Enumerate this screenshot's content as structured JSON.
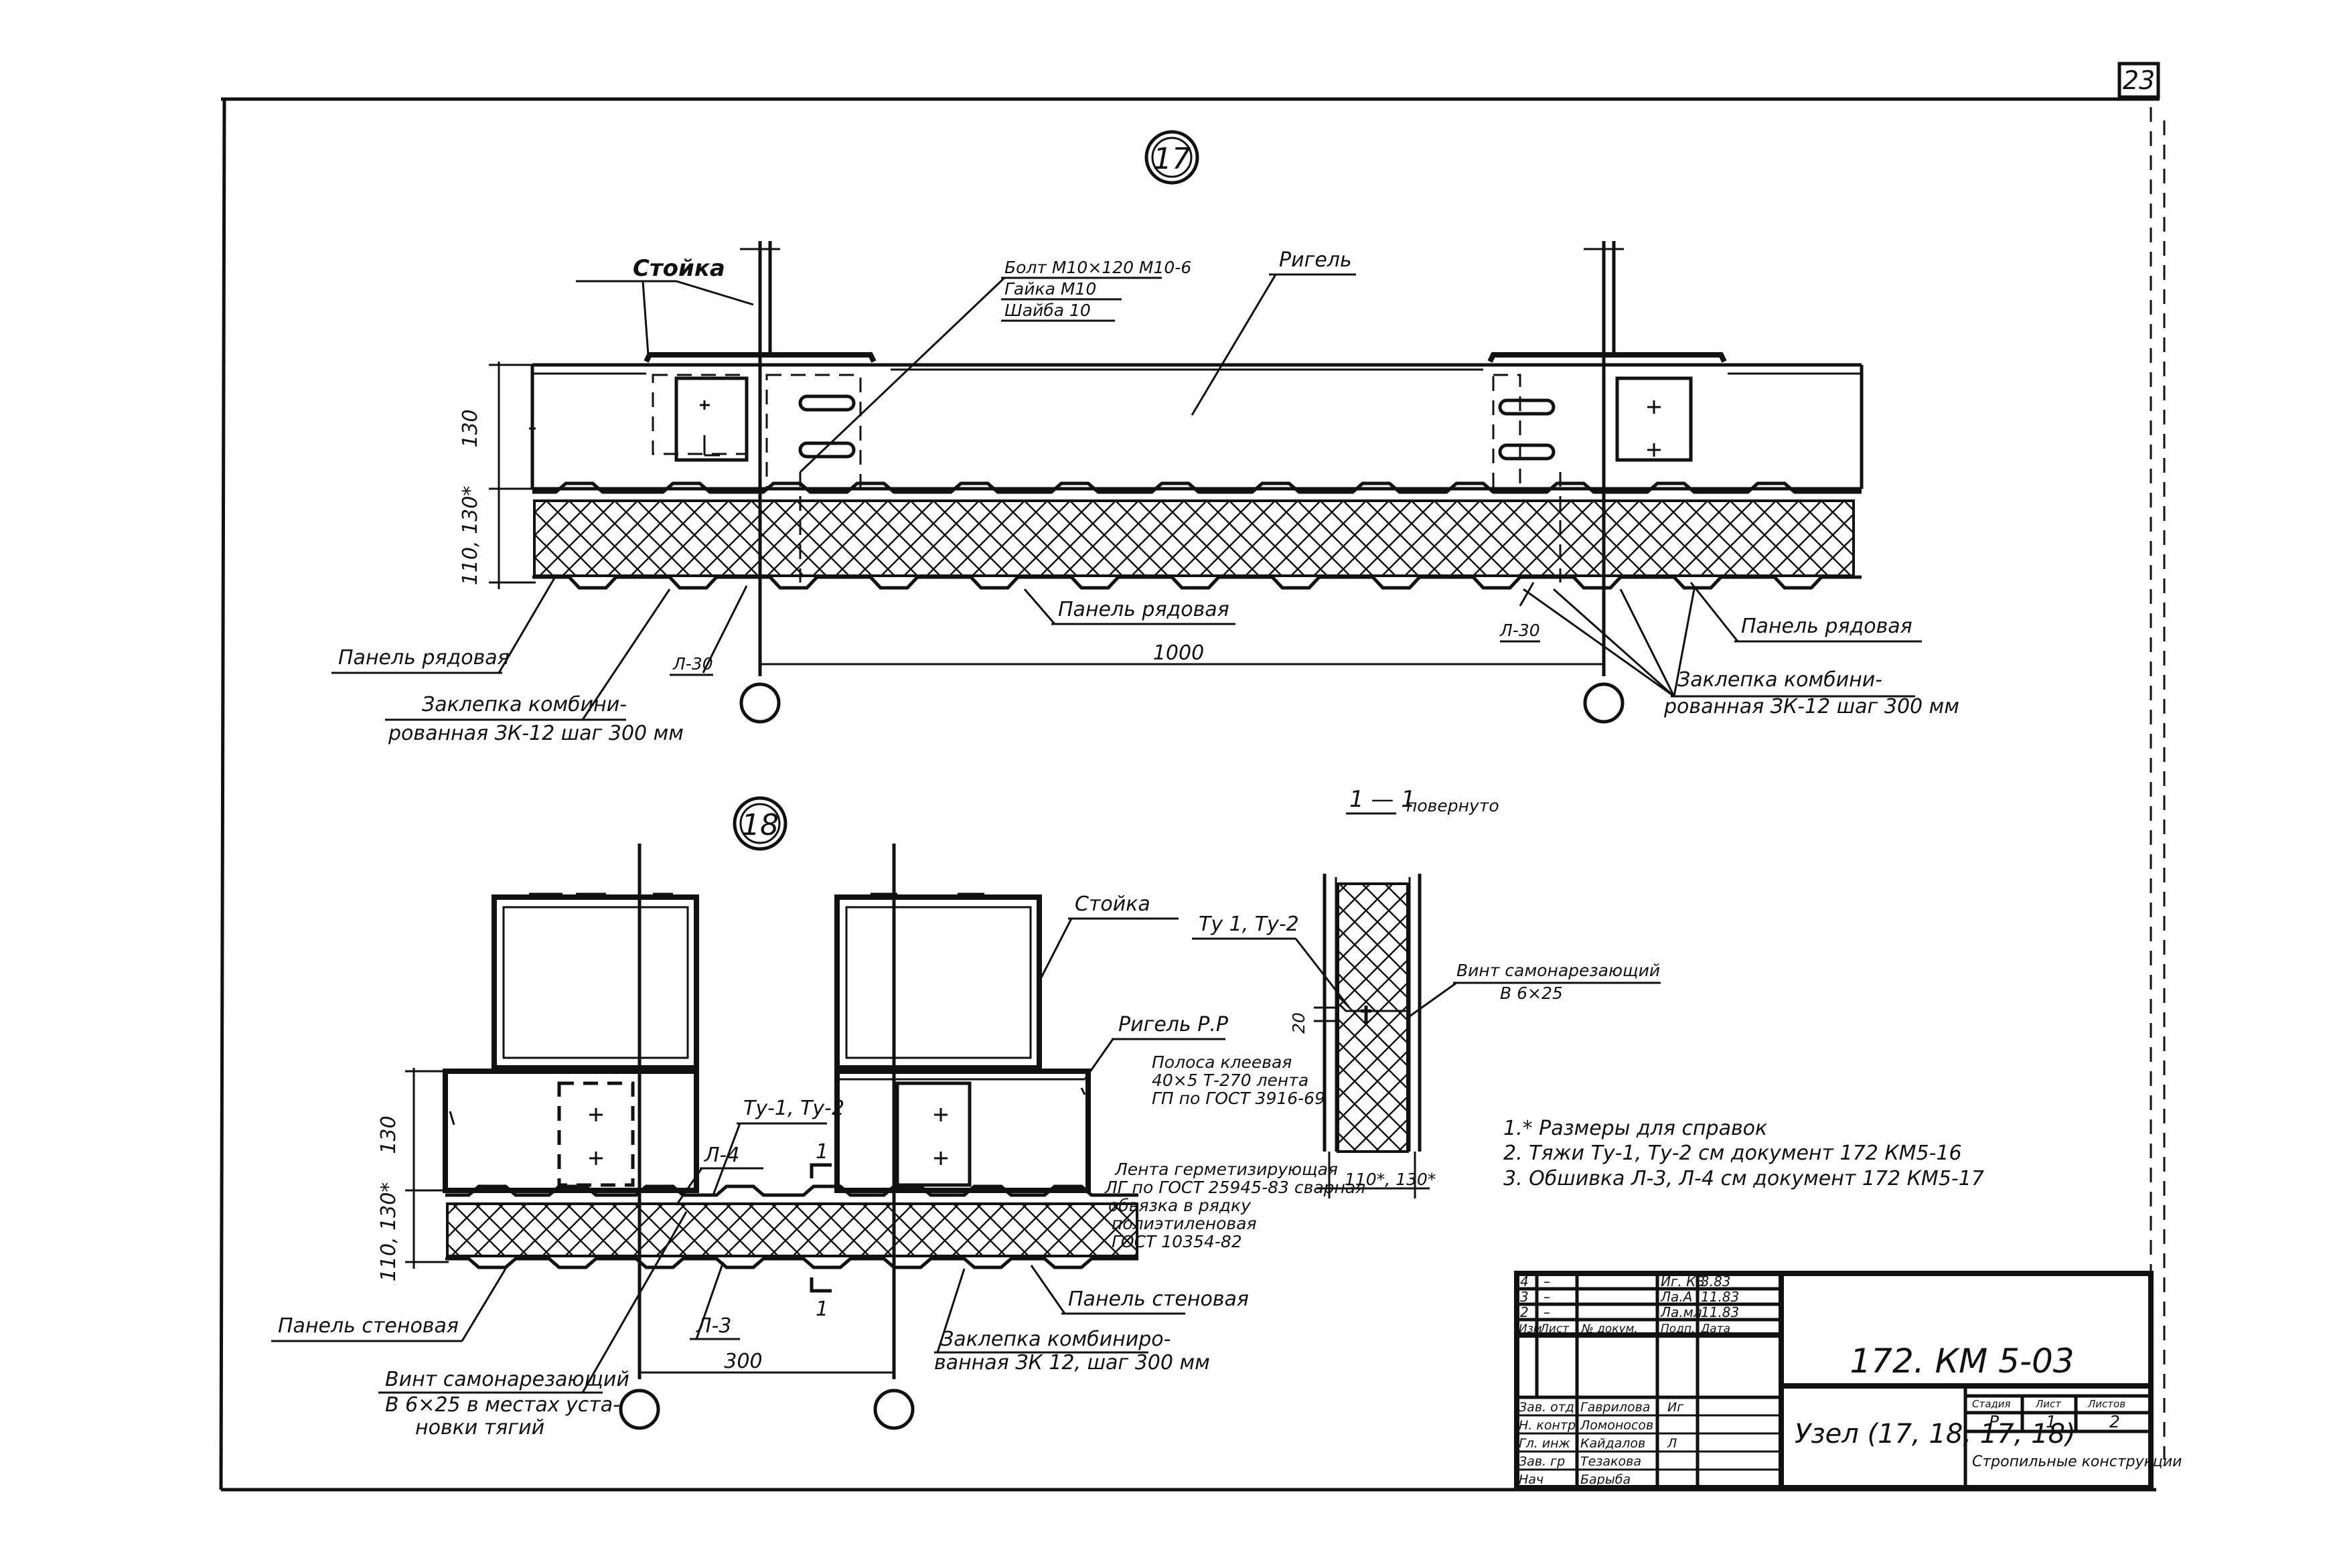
{
  "sheet_number": "23",
  "detail17": {
    "marker": "17",
    "post": "Стойка",
    "bolt": [
      "Болт М10×120 М10-6",
      "Гайка М10",
      "Шайба 10"
    ],
    "girt": "Ригель",
    "panel_center": "Панель рядовая",
    "panel_left": "Панель рядовая",
    "panel_right": "Панель рядовая",
    "rivet_left": [
      "Заклепка комбини-",
      "рованная ЗК-12 шаг 300 мм"
    ],
    "rivet_right": [
      "Заклепка комбини-",
      "рованная ЗК-12 шаг 300 мм"
    ],
    "l30_left": "Л-30",
    "l30_right": "Л-30",
    "dim_130": "130",
    "dim_110": "110, 130*",
    "dim_1000": "1000"
  },
  "detail18": {
    "marker": "18",
    "post": "Стойка",
    "girt": "Ригель Р.Р",
    "tu": "Ту-1, Ту-2",
    "l4": "Л-4",
    "l3": "Л-3",
    "cut": "1",
    "tape": [
      "Лента герметизирующая",
      "ЛГ по ГОСТ 25945-83 сварная",
      "обвязка в рядку",
      "полиэтиленовая",
      "ГОСТ 10354-82"
    ],
    "panel_wall": "Панель стеновая",
    "panel_corner": "Панель стеновая",
    "screw": [
      "Винт самонарезающий",
      "В 6×25 в местах уста-",
      "новки тягий"
    ],
    "rivet": [
      "Заклепка комбиниро-",
      "ванная ЗК 12, шаг 300 мм"
    ],
    "dim_130": "130",
    "dim_110": "110, 130*",
    "dim_300": "300"
  },
  "section": {
    "title": "1 — 1",
    "title_suffix": "повернуто",
    "tu": "Ту 1, Ту-2",
    "screw": [
      "Винт самонарезающий",
      "В 6×25"
    ],
    "gasket": [
      "Полоса клеевая",
      "40×5 Т-270 лента",
      "ГП по ГОСТ 3916-69"
    ],
    "dim_20": "20",
    "dim_bottom": "110*, 130*"
  },
  "notes": [
    "1.* Размеры для справок",
    "2. Тяжи Ту-1, Ту-2 см документ 172 КМ5-16",
    "3. Обшивка Л-3, Л-4 см документ 172 КМ5-17"
  ],
  "title_block": {
    "code": "172. КМ 5-03",
    "title": "Узел (17, 18, 17, 18)",
    "subtitle": "Стропильные конструкции",
    "rev_rows": [
      [
        "4",
        "–",
        "",
        "Иг. КВ",
        "3.83"
      ],
      [
        "3",
        "–",
        "",
        "Ла.А",
        "11.83"
      ],
      [
        "2",
        "–",
        "",
        "Ла.мл",
        "11.83"
      ],
      [
        "Изм",
        "Лист",
        "№ докум.",
        "Подп.",
        "Дата"
      ]
    ],
    "people": [
      [
        "Зав. отд",
        "Гаврилова",
        "Иг",
        ""
      ],
      [
        "Н. контр",
        "Ломоносов",
        "",
        ""
      ],
      [
        "Гл. инж",
        "Кайдалов",
        "Л",
        ""
      ],
      [
        "Зав. гр",
        "Тезакова",
        "",
        ""
      ],
      [
        "Нач",
        "Барыба",
        "",
        ""
      ]
    ],
    "stage_header": [
      "Стадия",
      "Лист",
      "Листов"
    ],
    "stage": [
      "Р",
      "1",
      "2"
    ]
  }
}
